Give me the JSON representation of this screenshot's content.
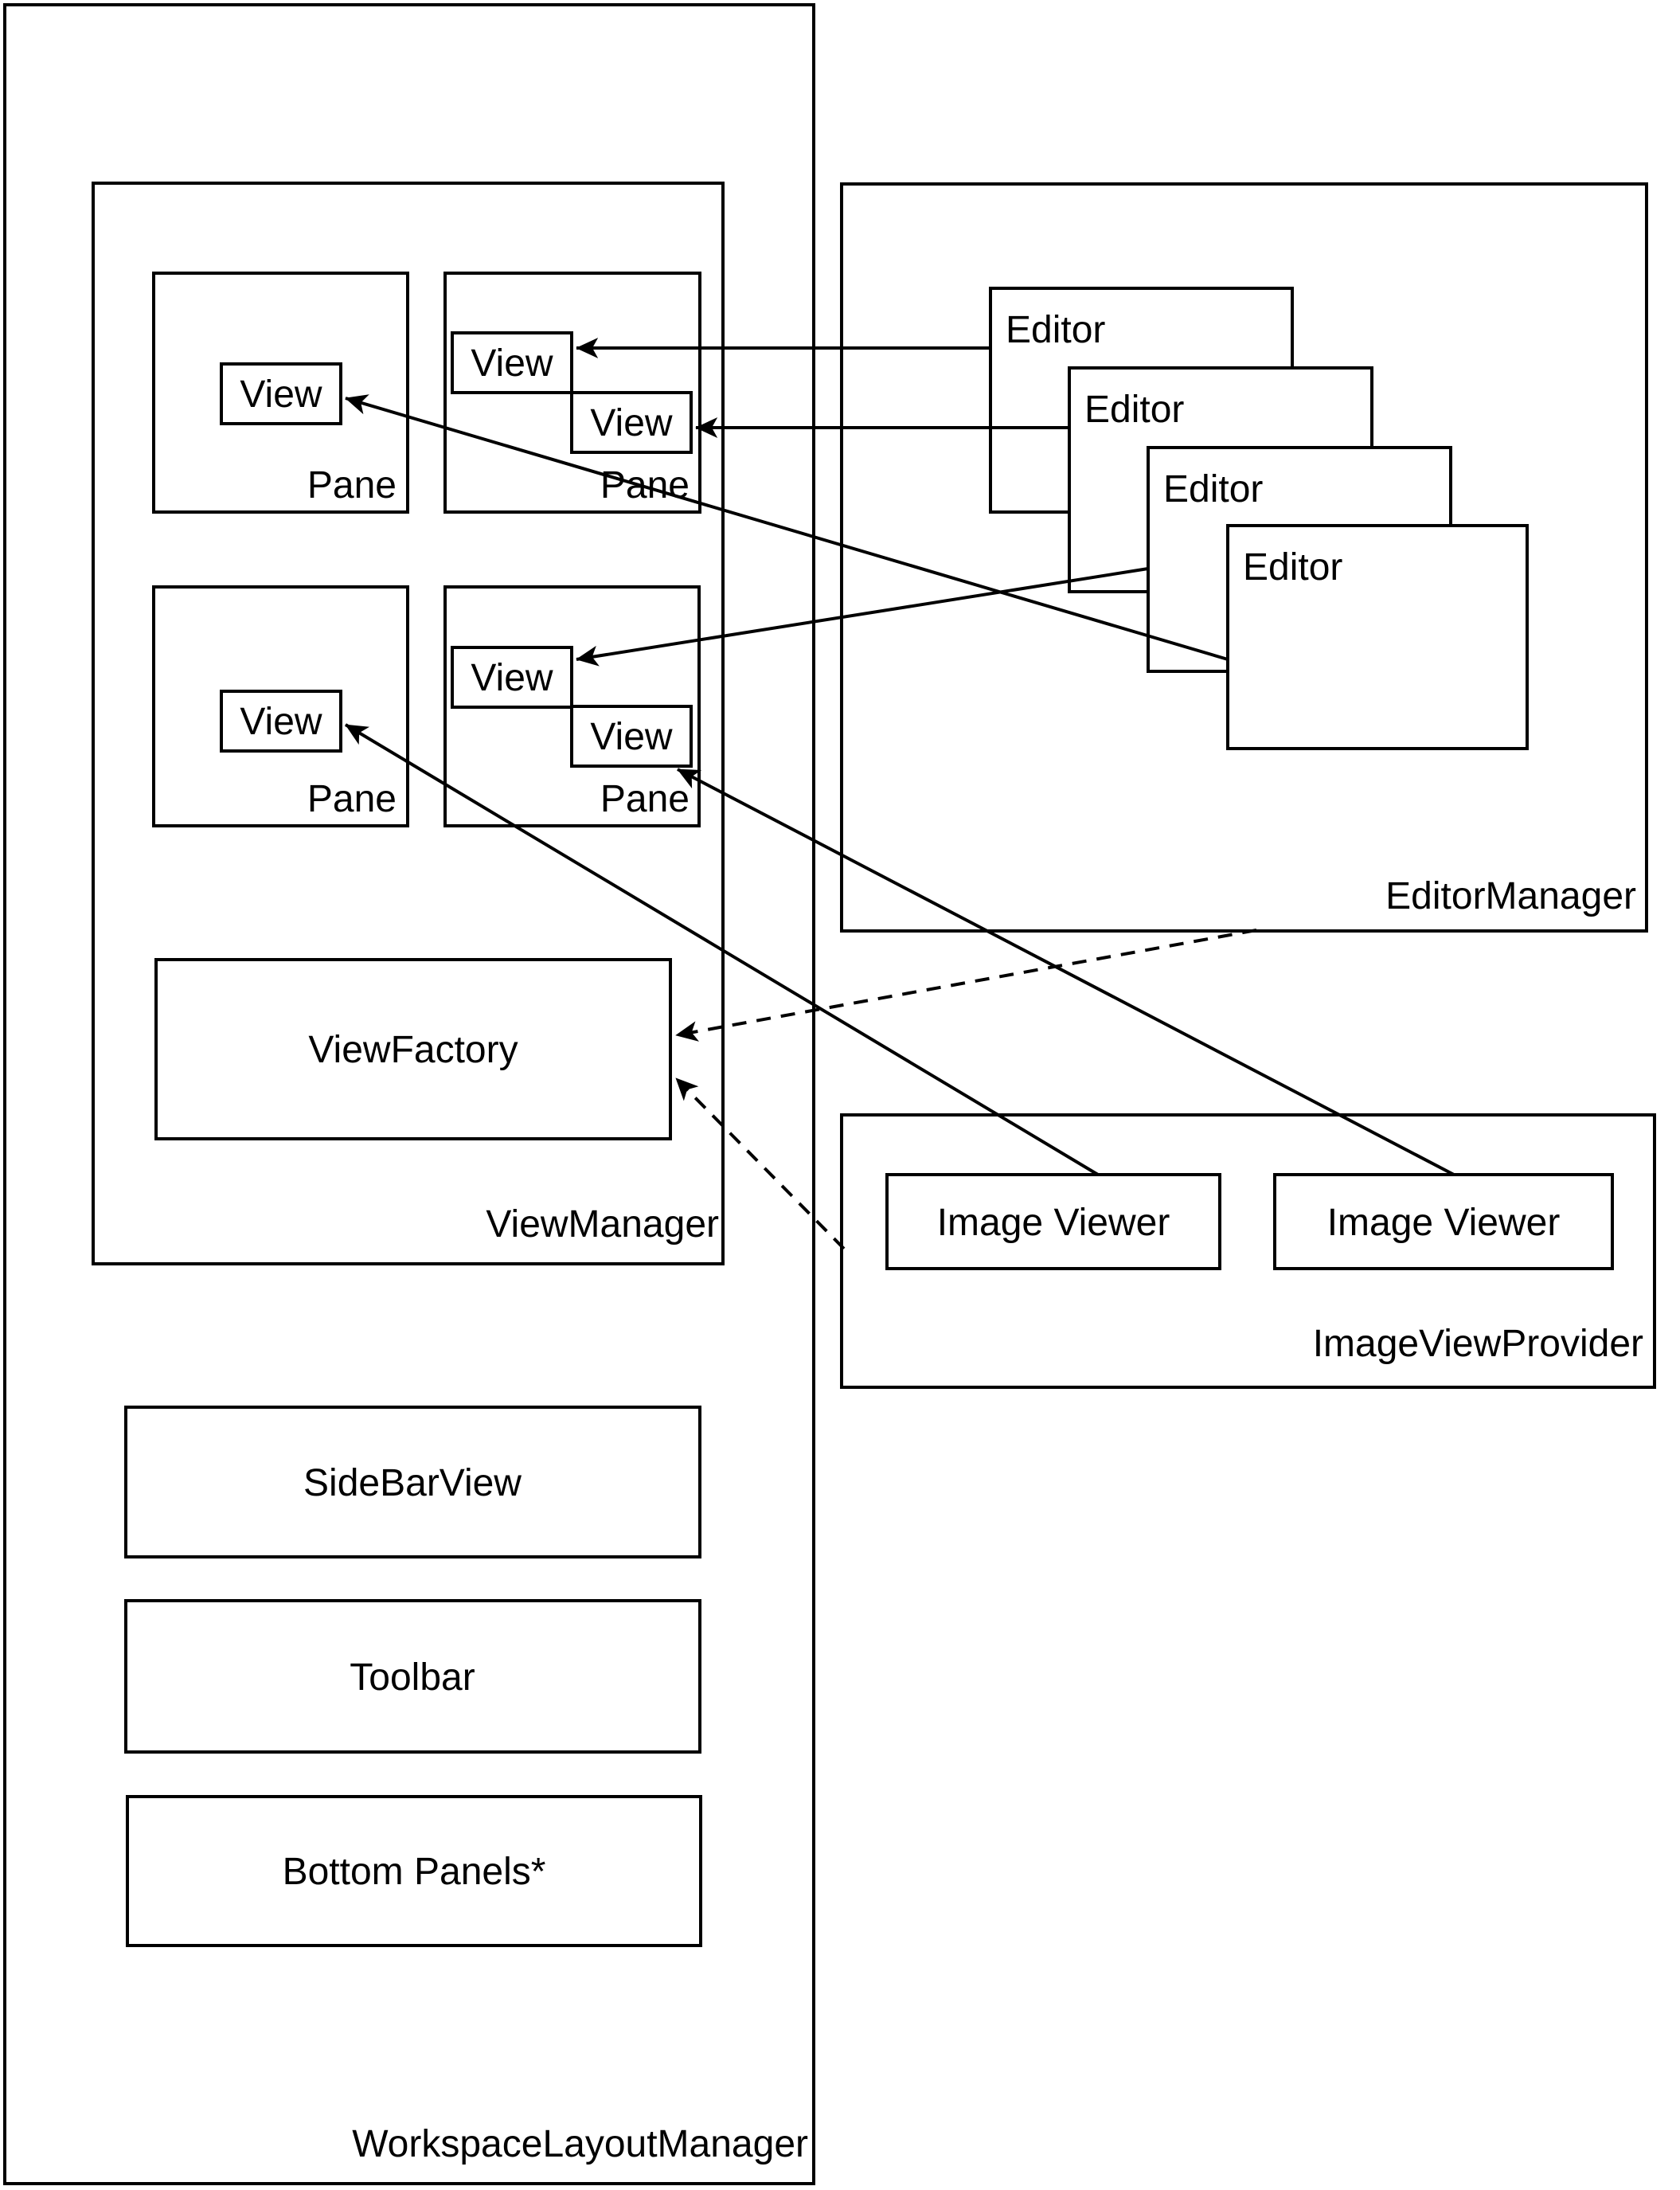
{
  "labels": {
    "workspace_layout_manager": "WorkspaceLayoutManager",
    "view_manager": "ViewManager",
    "view_factory": "ViewFactory",
    "pane": "Pane",
    "view": "View",
    "side_bar_view": "SideBarView",
    "toolbar": "Toolbar",
    "bottom_panels": "Bottom Panels*",
    "editor_manager": "EditorManager",
    "editor": "Editor",
    "image_viewer": "Image Viewer",
    "image_view_provider": "ImageViewProvider"
  },
  "diagram": {
    "containers": [
      {
        "name": "WorkspaceLayoutManager",
        "children": [
          "ViewManager",
          "SideBarView",
          "Toolbar",
          "Bottom Panels*"
        ]
      },
      {
        "name": "ViewManager",
        "children": [
          "Pane x4 (each with View boxes)",
          "ViewFactory"
        ]
      },
      {
        "name": "EditorManager",
        "children": [
          "Editor",
          "Editor",
          "Editor",
          "Editor"
        ]
      },
      {
        "name": "ImageViewProvider",
        "children": [
          "Image Viewer",
          "Image Viewer"
        ]
      }
    ],
    "connections": [
      {
        "from": "Editor 1",
        "to": "View 1 of top-right Pane",
        "style": "solid-arrow"
      },
      {
        "from": "Editor 2",
        "to": "View 2 of top-right Pane",
        "style": "solid-arrow"
      },
      {
        "from": "Editor 3",
        "to": "View 1 of bottom-right Pane",
        "style": "solid-arrow"
      },
      {
        "from": "Editor 4",
        "to": "View of top-left Pane",
        "style": "solid-arrow"
      },
      {
        "from": "Image Viewer 1",
        "to": "View of bottom-left Pane",
        "style": "solid-arrow"
      },
      {
        "from": "Image Viewer 2",
        "to": "View 2 of bottom-right Pane",
        "style": "solid-arrow"
      },
      {
        "from": "EditorManager",
        "to": "ViewFactory",
        "style": "dashed-arrow"
      },
      {
        "from": "ImageViewProvider",
        "to": "ViewFactory",
        "style": "dashed-arrow"
      }
    ]
  }
}
